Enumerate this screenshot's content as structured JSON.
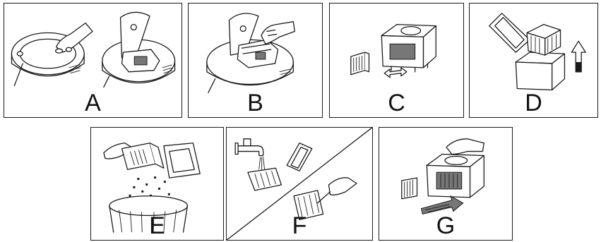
{
  "steps": [
    {
      "label": "A",
      "depicts": "robot-open-lid"
    },
    {
      "label": "B",
      "depicts": "lift-dustbin"
    },
    {
      "label": "C",
      "depicts": "remove-filter"
    },
    {
      "label": "D",
      "depicts": "open-dustbin"
    },
    {
      "label": "E",
      "depicts": "empty-dustbin"
    },
    {
      "label": "F",
      "depicts": "wash-and-brush"
    },
    {
      "label": "G",
      "depicts": "reinsert-filter"
    }
  ],
  "colors": {
    "ink": "#1a1a1a",
    "background": "#ffffff"
  }
}
